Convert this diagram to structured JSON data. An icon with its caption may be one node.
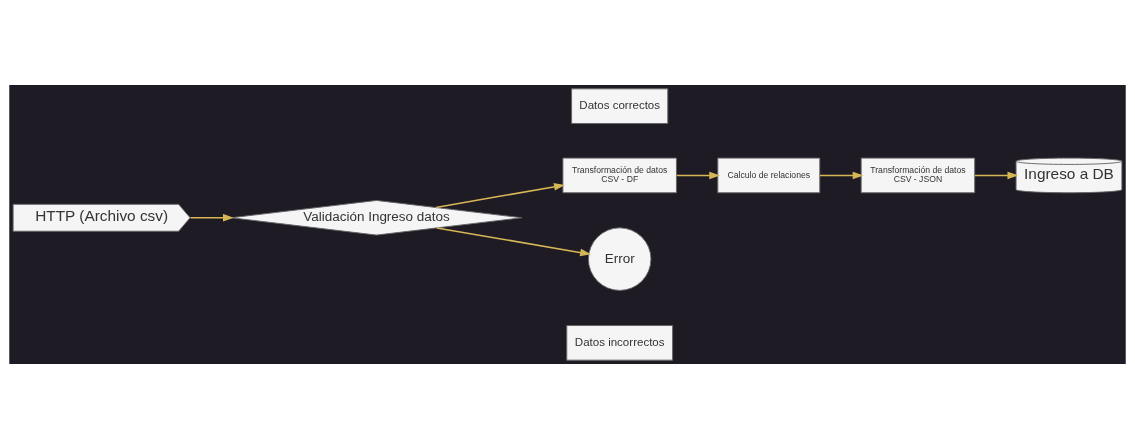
{
  "diagram": {
    "nodes": [
      {
        "text": [
          "HTTP (Archivo csv)"
        ]
      },
      {
        "text": [
          "Validación Ingreso datos"
        ]
      },
      {
        "text": [
          "Datos correctos"
        ]
      },
      {
        "text": [
          "Transformación de datos",
          "CSV - DF"
        ]
      },
      {
        "text": [
          "Calculo de relaciones"
        ]
      },
      {
        "text": [
          "Transformación de datos",
          "CSV - JSON"
        ]
      },
      {
        "text": [
          "Ingreso a DB"
        ]
      },
      {
        "text": [
          "Error"
        ]
      },
      {
        "text": [
          "Datos incorrectos"
        ]
      }
    ],
    "edges": [
      {
        "from": 0,
        "to": 1,
        "arrow": "to"
      },
      {
        "from": 1,
        "to": 3,
        "arrow": "to"
      },
      {
        "from": 3,
        "to": 4,
        "arrow": "to"
      },
      {
        "from": 4,
        "to": 5,
        "arrow": "to"
      },
      {
        "from": 5,
        "to": 6,
        "arrow": "to"
      },
      {
        "from": 1,
        "to": 7,
        "arrow": "to"
      }
    ]
  }
}
